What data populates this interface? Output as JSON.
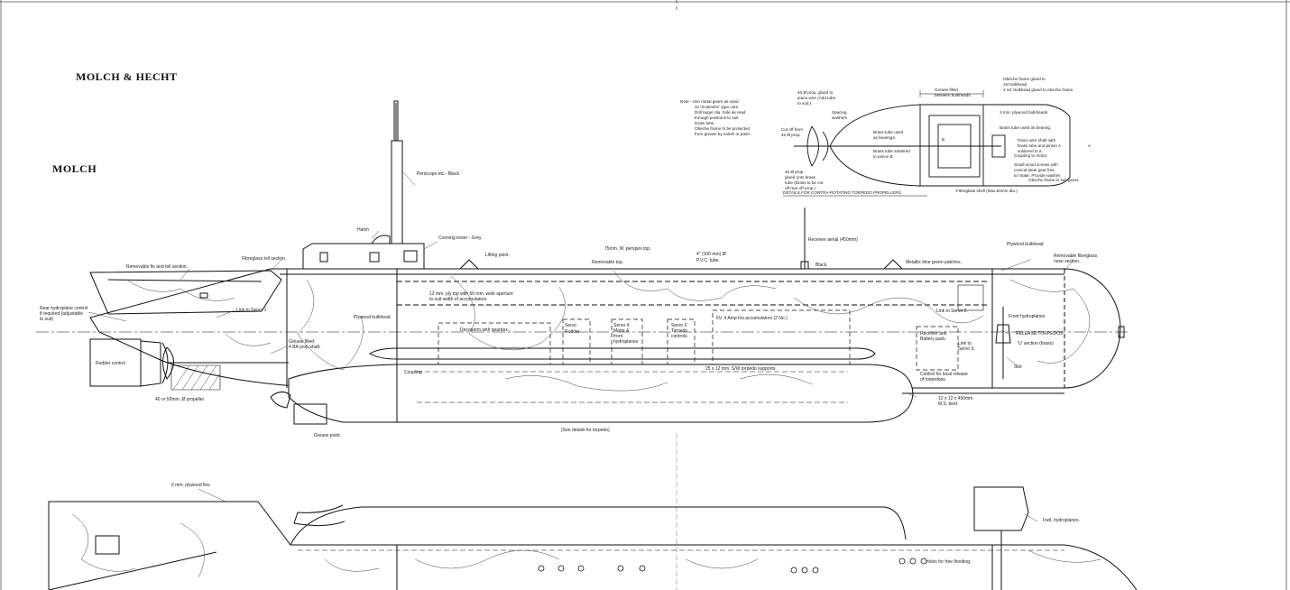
{
  "titles": {
    "main": "MOLCH & HECHT",
    "sub": "MOLCH"
  },
  "labels": {
    "periscope": "Periscope etc.- Black.",
    "hatch": "Hatch",
    "conning_tower": "Conning tower - Grey.",
    "fin_toll": "Fibreglass toll section.",
    "removable_fin": "Removable fin and toll section.",
    "lifting_point": "Lifting point.",
    "perspex_top": "75mm. W. perspex top.",
    "removable_top": "Removable top.",
    "pvc_tube_1": "4\" (100 mm) Ø",
    "pvc_tube_2": "P.V.C. tube.",
    "receiver_aerial": "Receiver aerial (450mm)",
    "black": "Black.",
    "metallic_lime": "Metallic lime green patches.",
    "plywood_bulkhead_fwd": "Plywood bulkhead",
    "nose_section_1": "Removable fibreglass",
    "nose_section_2": "nose section.",
    "rear_hydroplane_1": "Rear hydroplane control",
    "rear_hydroplane_2": "if required (adjustable",
    "rear_hydroplane_3": "to suit)",
    "link_servo1": "Link to Servo 1.",
    "grease_shaft_1": "Grease filled",
    "grease_shaft_2": "4 BA prop shaft.",
    "plywood_bulkhead": "Plywood bulkhead",
    "ply_top_1": "12 mm. ply top with 50 mm. wide aperture",
    "ply_top_2": "to suit width of accumulators.",
    "decoperm": "Decoperm with gearbox.",
    "servo_rudder_1": "Servo",
    "servo_rudder_2": "Rudder",
    "servo_motor_1": "Servo 4",
    "servo_motor_2": "Motor &",
    "servo_motor_3": "front",
    "servo_motor_4": "hydroplanes",
    "servo3_1": "Servo 3",
    "servo3_2": "Torpedo",
    "servo3_3": "controls.",
    "accumulators": "6V. 4 Amp.hrs.accumulators (2 No.)",
    "torpedo_supports": "25 x 12 mm. S/W torpedo supports.",
    "coupling": "Coupling",
    "rudder_control": "Rudder control",
    "propeller": "40 or 50mm. Ø propeller",
    "grease_point": "Grease point.",
    "see_details": "(See details for torpedo)",
    "link_servo2": "Link to Servo 2.",
    "front_hydroplanes": "Front hydroplanes",
    "release_torpedos": "RELEASE TORPEDOS",
    "u_section": "'U' section (brass)",
    "slot": "Slot",
    "receiver_battery_1": "Receiver and",
    "receiver_battery_2": "Battery pack.",
    "link_servo3_1": "Link to",
    "link_servo3_2": "Servo 3.",
    "control_release_1": "Control for local release",
    "control_release_2": "of torpedoes.",
    "keel_1": "12 x 12 x 450mm.",
    "keel_2": "M.S. keel.",
    "ply_fins": "6 mm. plywood fins",
    "fwd_hydroplanes": "Fwd. hydroplanes.",
    "holes_flooding": "Holes for free flooding."
  },
  "notes": [
    "Note - Use metal gears as used",
    "on 'Scalextric' type cars.",
    "Drill larger dia. hole as read",
    "through positions to suit",
    "brass tube.",
    "Obeche frame to be protected",
    "from grease by varish or paint."
  ],
  "detail": {
    "title": "DETAILS FOR CONTRA-ROTATING TORPEDO PROPELLERS.",
    "prop_glued_1": "40 Ø prop. glued to",
    "prop_glued_2": "piano wire (Add tube",
    "prop_glued_3": "to suit.)",
    "spacing_washers_1": "Spacing",
    "spacing_washers_2": "washers",
    "cut_off_1": "Cut off from",
    "cut_off_2": "45 Ø prop.",
    "brass_bearings_1": "Brass tube used",
    "brass_bearings_2": "as bearings.",
    "brass_soldered_1": "Brass tube soldered",
    "brass_soldered_2": "to pinion B",
    "prop45_1": "45 Ø prop",
    "prop45_2": "glued onto brass",
    "prop45_3": "tube (Brass to be cut",
    "prop45_4": "off rear off prop.)",
    "grease_filled_1": "Grease filled",
    "grease_filled_2": "between bulkheads.",
    "obeche_1": "Obeche frame glued to",
    "obeche_2": "1st bulkhead.",
    "obeche_3": "2 nd. bulkhead glued to obeche frame.",
    "ply_bulkheads": "3 mm. plywood bulkheads.",
    "brass_bearing": "Brass tube used as bearing.",
    "piano_1": "Piano wire shaft with",
    "piano_2": "brass tube and pinion A",
    "piano_3": "soldered to it.",
    "coupling_motor": "Coupling to motor.",
    "wood_screws_1": "Small wood screws with",
    "wood_screws_2": "conical steel gear free",
    "wood_screws_3": "to rotate. Provide washer.",
    "obeche_gears": "Obeche frame to suit gears.",
    "shell": "Fibreglass shell (Max.50mm dia.)",
    "pinion_a": "A",
    "pinion_b": "B"
  }
}
